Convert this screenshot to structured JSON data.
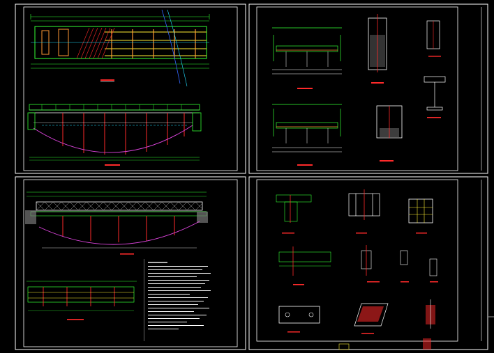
{
  "colors": {
    "background": "#000000",
    "frame": "#ffffff",
    "green": "#33ff33",
    "cyan": "#22ddff",
    "yellow": "#ffee33",
    "red": "#ff2a2a",
    "magenta": "#dd44dd",
    "orange": "#ff9933",
    "blue": "#3366ff",
    "white": "#ffffff"
  },
  "sheets": [
    {
      "id": "sheet-1",
      "content": "bridge-plan-and-elevation"
    },
    {
      "id": "sheet-2",
      "content": "cross-sections-and-pier-details"
    },
    {
      "id": "sheet-3",
      "content": "bridge-elevation-with-railing-and-notes"
    },
    {
      "id": "sheet-4",
      "content": "joint-and-connection-details"
    }
  ]
}
